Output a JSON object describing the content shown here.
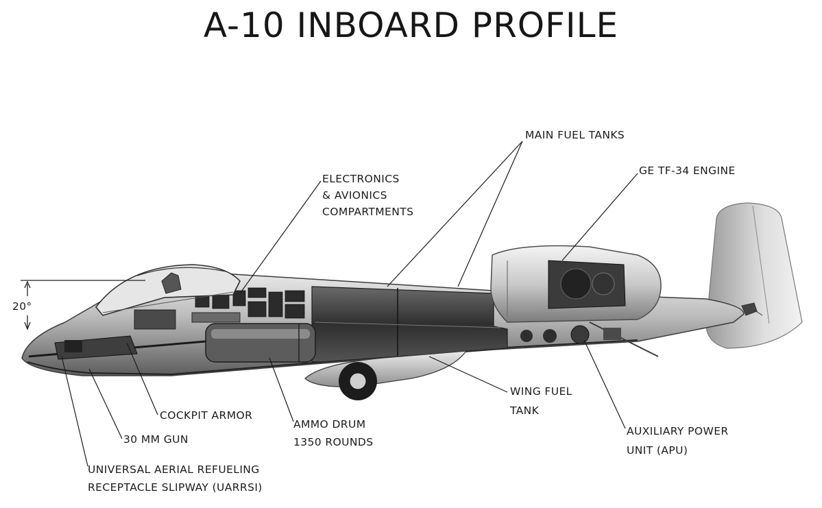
{
  "title": "A-10 INBOARD PROFILE",
  "angle_label": "20°",
  "labels": {
    "main_fuel_tanks": "MAIN FUEL TANKS",
    "engine": "GE TF-34 ENGINE",
    "electronics_1": "ELECTRONICS",
    "electronics_2": "& AVIONICS",
    "electronics_3": "COMPARTMENTS",
    "cockpit_armor": "COCKPIT ARMOR",
    "gun": "30 MM GUN",
    "ammo_1": "AMMO DRUM",
    "ammo_2": "1350 ROUNDS",
    "wing_fuel_1": "WING FUEL",
    "wing_fuel_2": "TANK",
    "apu_1": "AUXILIARY POWER",
    "apu_2": "UNIT (APU)",
    "uarrsi_1": "UNIVERSAL AERIAL REFUELING",
    "uarrsi_2": "RECEPTACLE SLIPWAY (UARRSI)"
  },
  "colors": {
    "ink": "#1b1b1b",
    "metal_dark": "#3a3a3a",
    "metal_mid": "#8a8a8a",
    "metal_light": "#d9d9d9"
  }
}
